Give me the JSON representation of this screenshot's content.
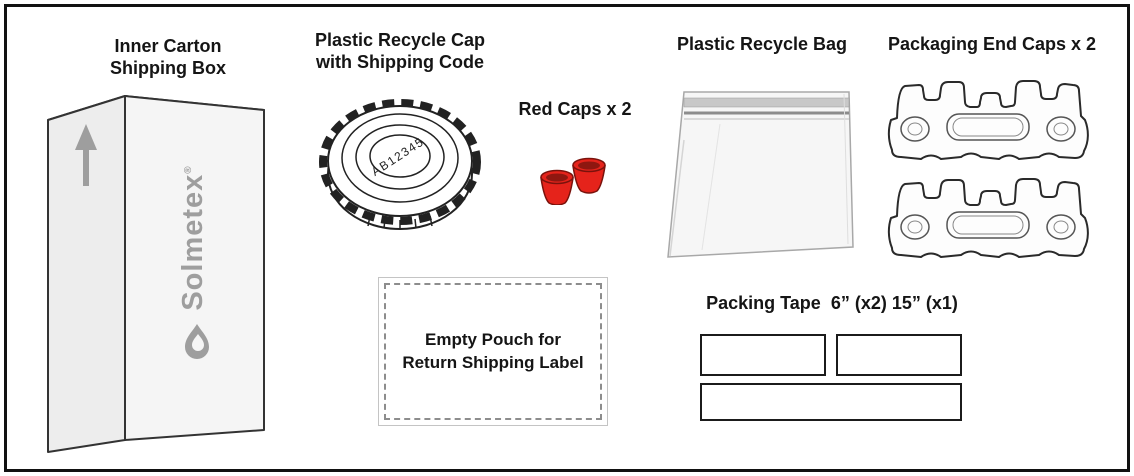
{
  "diagram": {
    "shipping_box": {
      "label": "Inner Carton\nShipping Box",
      "brand": "Solmetex",
      "brand_mark": "®"
    },
    "recycle_cap": {
      "label": "Plastic Recycle Cap\nwith Shipping Code",
      "shipping_code": "AB12345"
    },
    "red_caps": {
      "label": "Red Caps x 2"
    },
    "recycle_bag": {
      "label": "Plastic Recycle Bag"
    },
    "end_caps": {
      "label": "Packaging End Caps x 2"
    },
    "empty_pouch": {
      "label": "Empty Pouch for\nReturn Shipping Label"
    },
    "packing_tape": {
      "label": "Packing Tape  6” (x2) 15” (x1)"
    }
  },
  "colors": {
    "red_cap_fill": "#e5231b",
    "red_cap_dark": "#8f1710",
    "box_fill": "#ededed",
    "box_fill_light": "#f5f5f5",
    "brand_gray": "#9e9e9e",
    "outline": "#1a1a1a"
  }
}
